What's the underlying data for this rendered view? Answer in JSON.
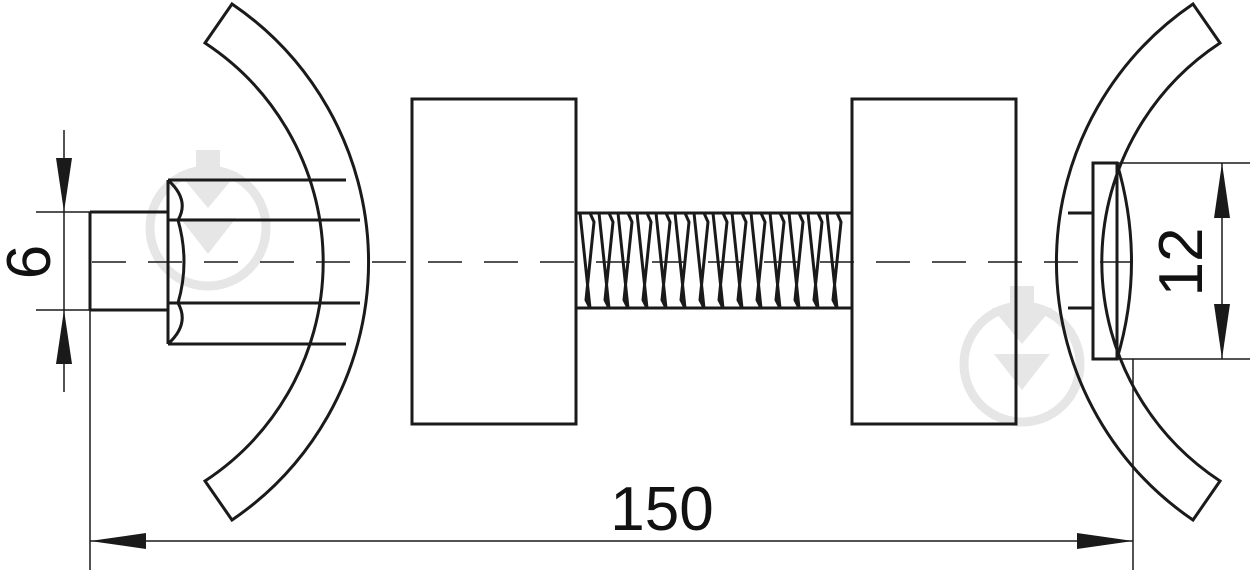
{
  "drawing": {
    "dimensions": {
      "overall_length": "150",
      "rod_diameter": "6",
      "head_diameter": "12"
    },
    "colors": {
      "line": "#1a1a1a",
      "background": "#ffffff",
      "watermark": "#e6e6e6"
    }
  }
}
